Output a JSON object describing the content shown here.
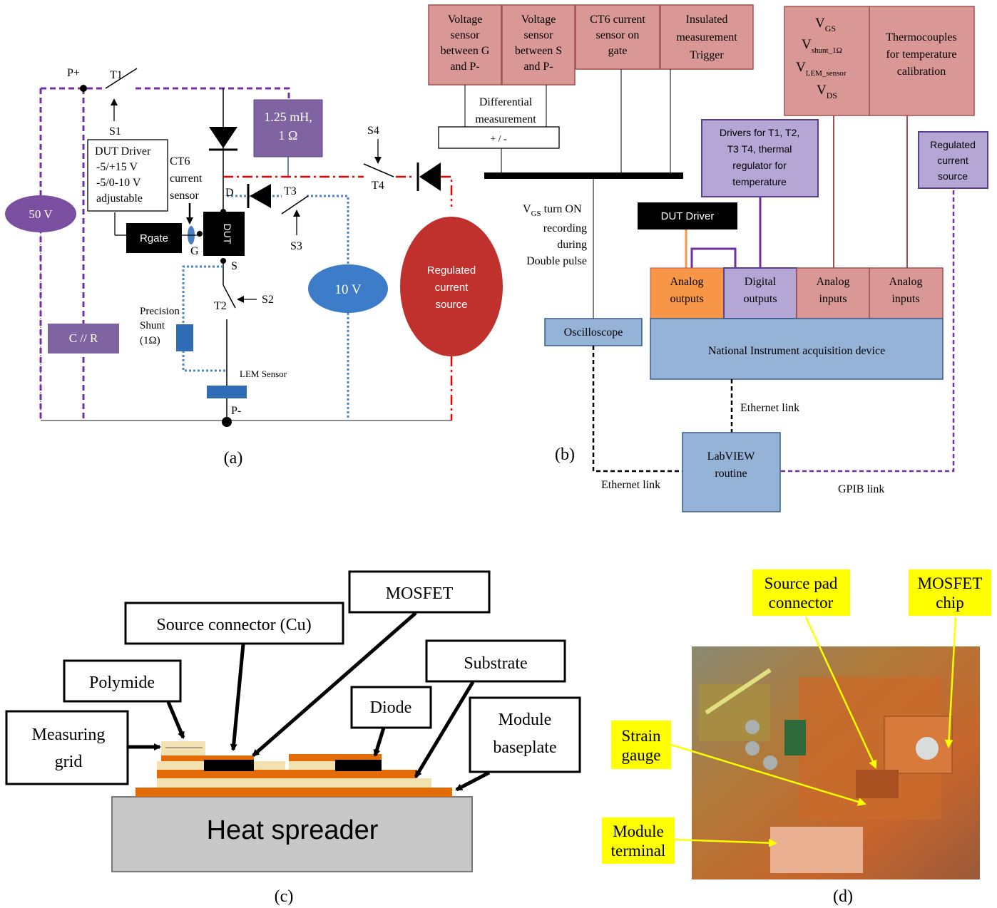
{
  "panels": {
    "a": "(a)",
    "b": "(b)",
    "c": "(c)",
    "d": "(d)"
  },
  "circuit": {
    "p_plus": "P+",
    "p_minus": "P-",
    "t1": "T1",
    "t2": "T2",
    "t3": "T3",
    "t4": "T4",
    "s1": "S1",
    "s2": "S2",
    "s3": "S3",
    "s4": "S4",
    "driver": [
      "DUT Driver",
      "-5/+15 V",
      "-5/0-10 V",
      "adjustable"
    ],
    "ct6": [
      "CT6",
      "current",
      "sensor"
    ],
    "rgate": "Rgate",
    "dut": "DUT",
    "g": "G",
    "d": "D",
    "s": "S",
    "inductor": [
      "1.25 mH,",
      "1 Ω"
    ],
    "v50": "50 V",
    "v10": "10 V",
    "cr": "C // R",
    "shunt": [
      "Precision",
      "Shunt",
      "(1Ω)"
    ],
    "lem": "LEM Sensor",
    "regsrc": [
      "Regulated",
      "current",
      "source"
    ]
  },
  "setup": {
    "sensors": [
      [
        "Voltage",
        "sensor",
        "between G",
        "and P-"
      ],
      [
        "Voltage",
        "sensor",
        "between S",
        "and P-"
      ],
      [
        "CT6 current",
        "sensor on",
        "gate"
      ],
      [
        "Insulated",
        "measurement",
        "Trigger"
      ]
    ],
    "vlist": {
      "gs": "V",
      "gs_sub": "GS",
      "sh": "V",
      "sh_sub": "shunt_1Ω",
      "lem": "V",
      "lem_sub": "LEM_sensor",
      "ds": "V",
      "ds_sub": "DS"
    },
    "thermo": [
      "Thermocouples",
      "for temperature",
      "calibration"
    ],
    "diff": [
      "Differential",
      "measurement"
    ],
    "plusminus": "+ / -",
    "drivers": [
      "Drivers for T1, T2,",
      "T3 T4, thermal",
      "regulator for",
      "temperature"
    ],
    "regsrc": [
      "Regulated",
      "current",
      "source"
    ],
    "dut_driver": "DUT Driver",
    "vgs_note": {
      "v": "V",
      "sub": "GS",
      "rest": " turn ON",
      "l2": "recording",
      "l3": "during",
      "l4": "Double pulse"
    },
    "analog_out": [
      "Analog",
      "outputs"
    ],
    "digital_out": [
      "Digital",
      "outputs"
    ],
    "analog_in1": [
      "Analog",
      "inputs"
    ],
    "analog_in2": [
      "Analog",
      "inputs"
    ],
    "oscilloscope": "Oscilloscope",
    "ni": "National Instrument acquisition device",
    "eth1": "Ethernet link",
    "eth2": "Ethernet link",
    "gpib": "GPIB link",
    "labview": [
      "LabVIEW",
      "routine"
    ]
  },
  "stack": {
    "mosfet": "MOSFET",
    "source_conn": "Source connector (Cu)",
    "substrate": "Substrate",
    "polymide": "Polymide",
    "diode": "Diode",
    "measuring": [
      "Measuring",
      "grid"
    ],
    "baseplate": [
      "Module",
      "baseplate"
    ],
    "heat": "Heat spreader"
  },
  "photo": {
    "source_pad": [
      "Source pad",
      "connector"
    ],
    "mosfet_chip": [
      "MOSFET",
      "chip"
    ],
    "strain": [
      "Strain",
      "gauge"
    ],
    "terminal": [
      "Module",
      "terminal"
    ]
  },
  "colors": {
    "pink": "#d99795",
    "pink_border": "#a05050",
    "purple": "#b4a7d6",
    "purple_border": "#5b3f91",
    "blue": "#95b3d7",
    "blue_border": "#385d8a",
    "orange": "#f79646",
    "yellow": "#ffff00"
  }
}
